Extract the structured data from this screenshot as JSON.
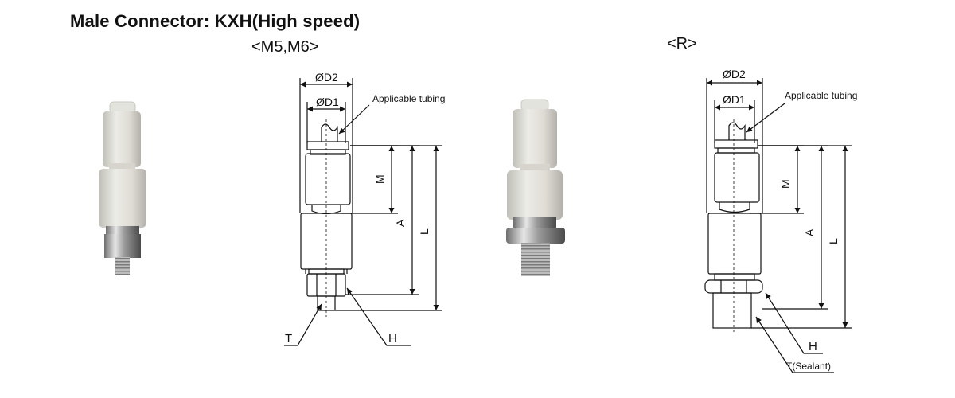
{
  "title": "Male Connector: KXH(High speed)",
  "variants": [
    {
      "name": "<M5,M6>",
      "labels": {
        "od2": "ØD2",
        "od1": "ØD1",
        "tubing": "Applicable tubing",
        "m": "M",
        "a": "A",
        "l": "L",
        "t": "T",
        "h": "H"
      }
    },
    {
      "name": "<R>",
      "labels": {
        "od2": "ØD2",
        "od1": "ØD1",
        "tubing": "Applicable tubing",
        "m": "M",
        "a": "A",
        "l": "L",
        "h": "H",
        "t": "T(Sealant)"
      }
    }
  ]
}
